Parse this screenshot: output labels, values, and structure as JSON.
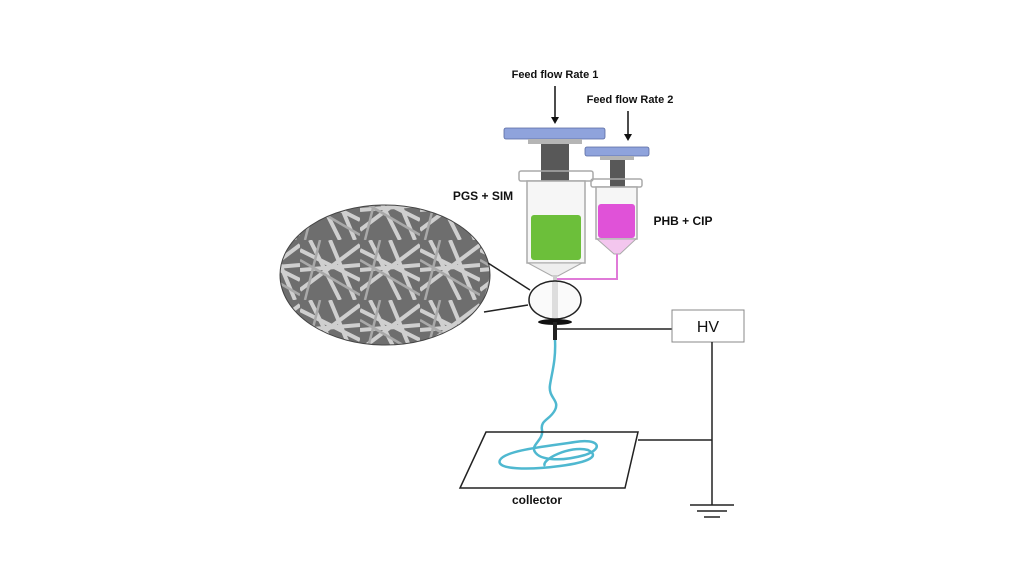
{
  "labels": {
    "feed_rate_1": "Feed flow Rate 1",
    "feed_rate_2": "Feed flow Rate 2",
    "solution_1": "PGS + SIM",
    "solution_2": "PHB + CIP",
    "power_supply": "HV",
    "collector": "collector"
  },
  "colors": {
    "plunger_plate": "#8fa3dc",
    "solution_1": "#6cbf3a",
    "solution_2": "#e052d8",
    "fiber": "#4fb8d0",
    "tube": "#e07ad8"
  }
}
